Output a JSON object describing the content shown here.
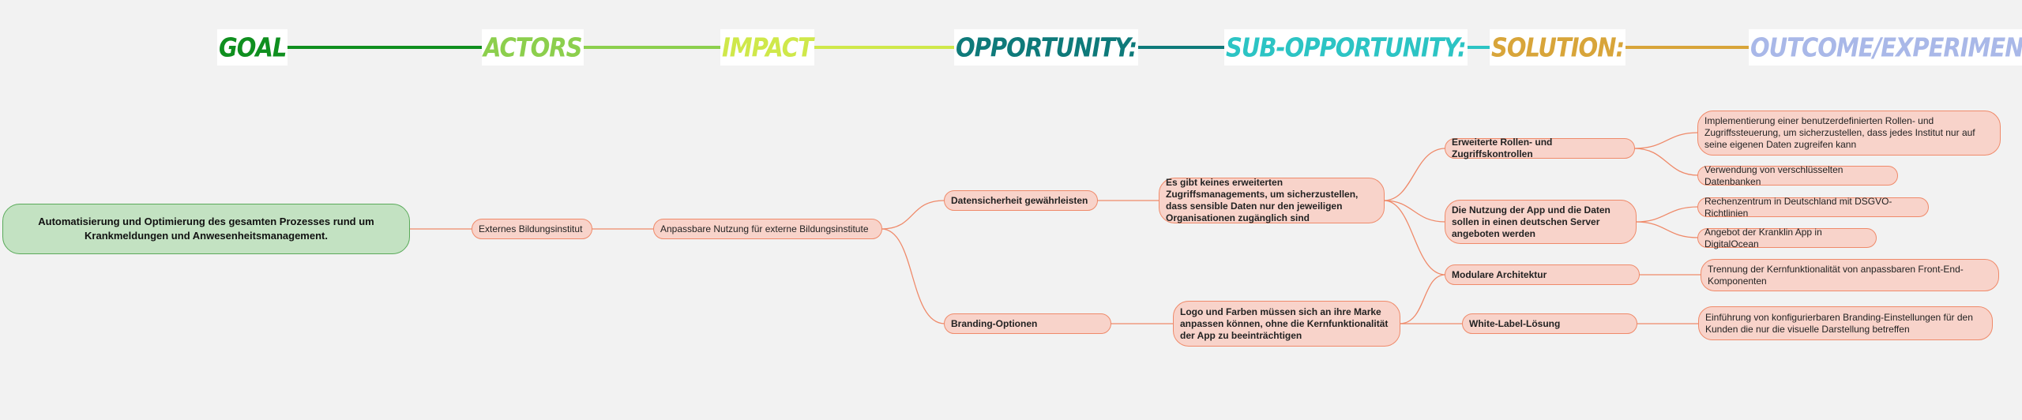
{
  "headers": {
    "goal": "GOAL",
    "actors": "ACTORS",
    "impact": "IMPACT",
    "opportunity": "OPPORTUNITY:",
    "sub_opportunity": "SUB-OPPORTUNITY:",
    "solution": "SOLUTION:",
    "outcome": "OUTCOME/EXPERIMENT:"
  },
  "colors": {
    "goal": "#0f8f1f",
    "actors": "#8ccf4d",
    "impact": "#cfe84a",
    "opportunity": "#0e7a7a",
    "sub_opportunity": "#2cc4c4",
    "solution": "#d8a53a",
    "outcome": "#a9b8e8",
    "node_fill": "#f8d3ca",
    "node_border": "#ef8a6a",
    "root_fill": "#c3e2c2"
  },
  "goal": "Automatisierung und Optimierung des gesamten Prozesses rund um Krankmeldungen und Anwesenheitsmanagement.",
  "actor": "Externes Bildungsinstitut",
  "impact": "Anpassbare Nutzung für externe Bildungsinstitute",
  "opportunities": {
    "security": "Datensicherheit gewährleisten",
    "branding": "Branding-Optionen"
  },
  "sub_opportunities": {
    "access": "Es gibt keines erweiterten Zugriffsmanagements, um sicherzustellen, dass sensible Daten nur den jeweiligen Organisationen zugänglich sind",
    "logo": "Logo und Farben müssen sich an ihre Marke anpassen können, ohne die Kernfunktionalität der App zu beeinträchtigen"
  },
  "solutions": {
    "roles": "Erweiterte Rollen- und Zugriffskontrollen",
    "server": "Die Nutzung der App und die Daten sollen in einen deutschen Server angeboten werden",
    "modular": "Modulare Architektur",
    "whitelabel": "White-Label-Lösung"
  },
  "outcomes": {
    "roles_impl": "Implementierung einer benutzerdefinierten Rollen- und Zugriffssteuerung, um sicherzustellen, dass jedes Institut nur auf seine eigenen Daten zugreifen kann",
    "encrypted": "Verwendung von verschlüsselten Datenbanken",
    "datacenter": "Rechenzentrum in Deutschland mit DSGVO-Richtlinien",
    "digitalocean": "Angebot der Kranklin App in DigitalOcean",
    "separation": "Trennung der Kernfunktionalität von anpassbaren Front-End-Komponenten",
    "branding_settings": "Einführung von konfigurierbaren Branding-Einstellungen für den Kunden die nur die visuelle Darstellung betreffen"
  }
}
